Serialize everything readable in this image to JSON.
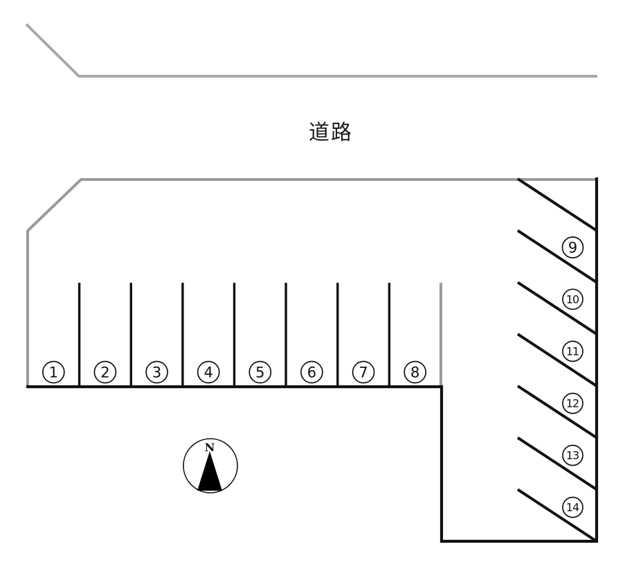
{
  "road_label": "道路",
  "compass": {
    "north_label": "N"
  },
  "stalls": [
    "1",
    "2",
    "3",
    "4",
    "5",
    "6",
    "7",
    "8",
    "9",
    "10",
    "11",
    "12",
    "13",
    "14"
  ],
  "colors": {
    "background": "#ffffff",
    "road_line_gray": "#a8a8a8",
    "lot_boundary_gray": "#9a9a9a",
    "lot_boundary_black": "#111111",
    "label_text": "#1a1a1a"
  }
}
